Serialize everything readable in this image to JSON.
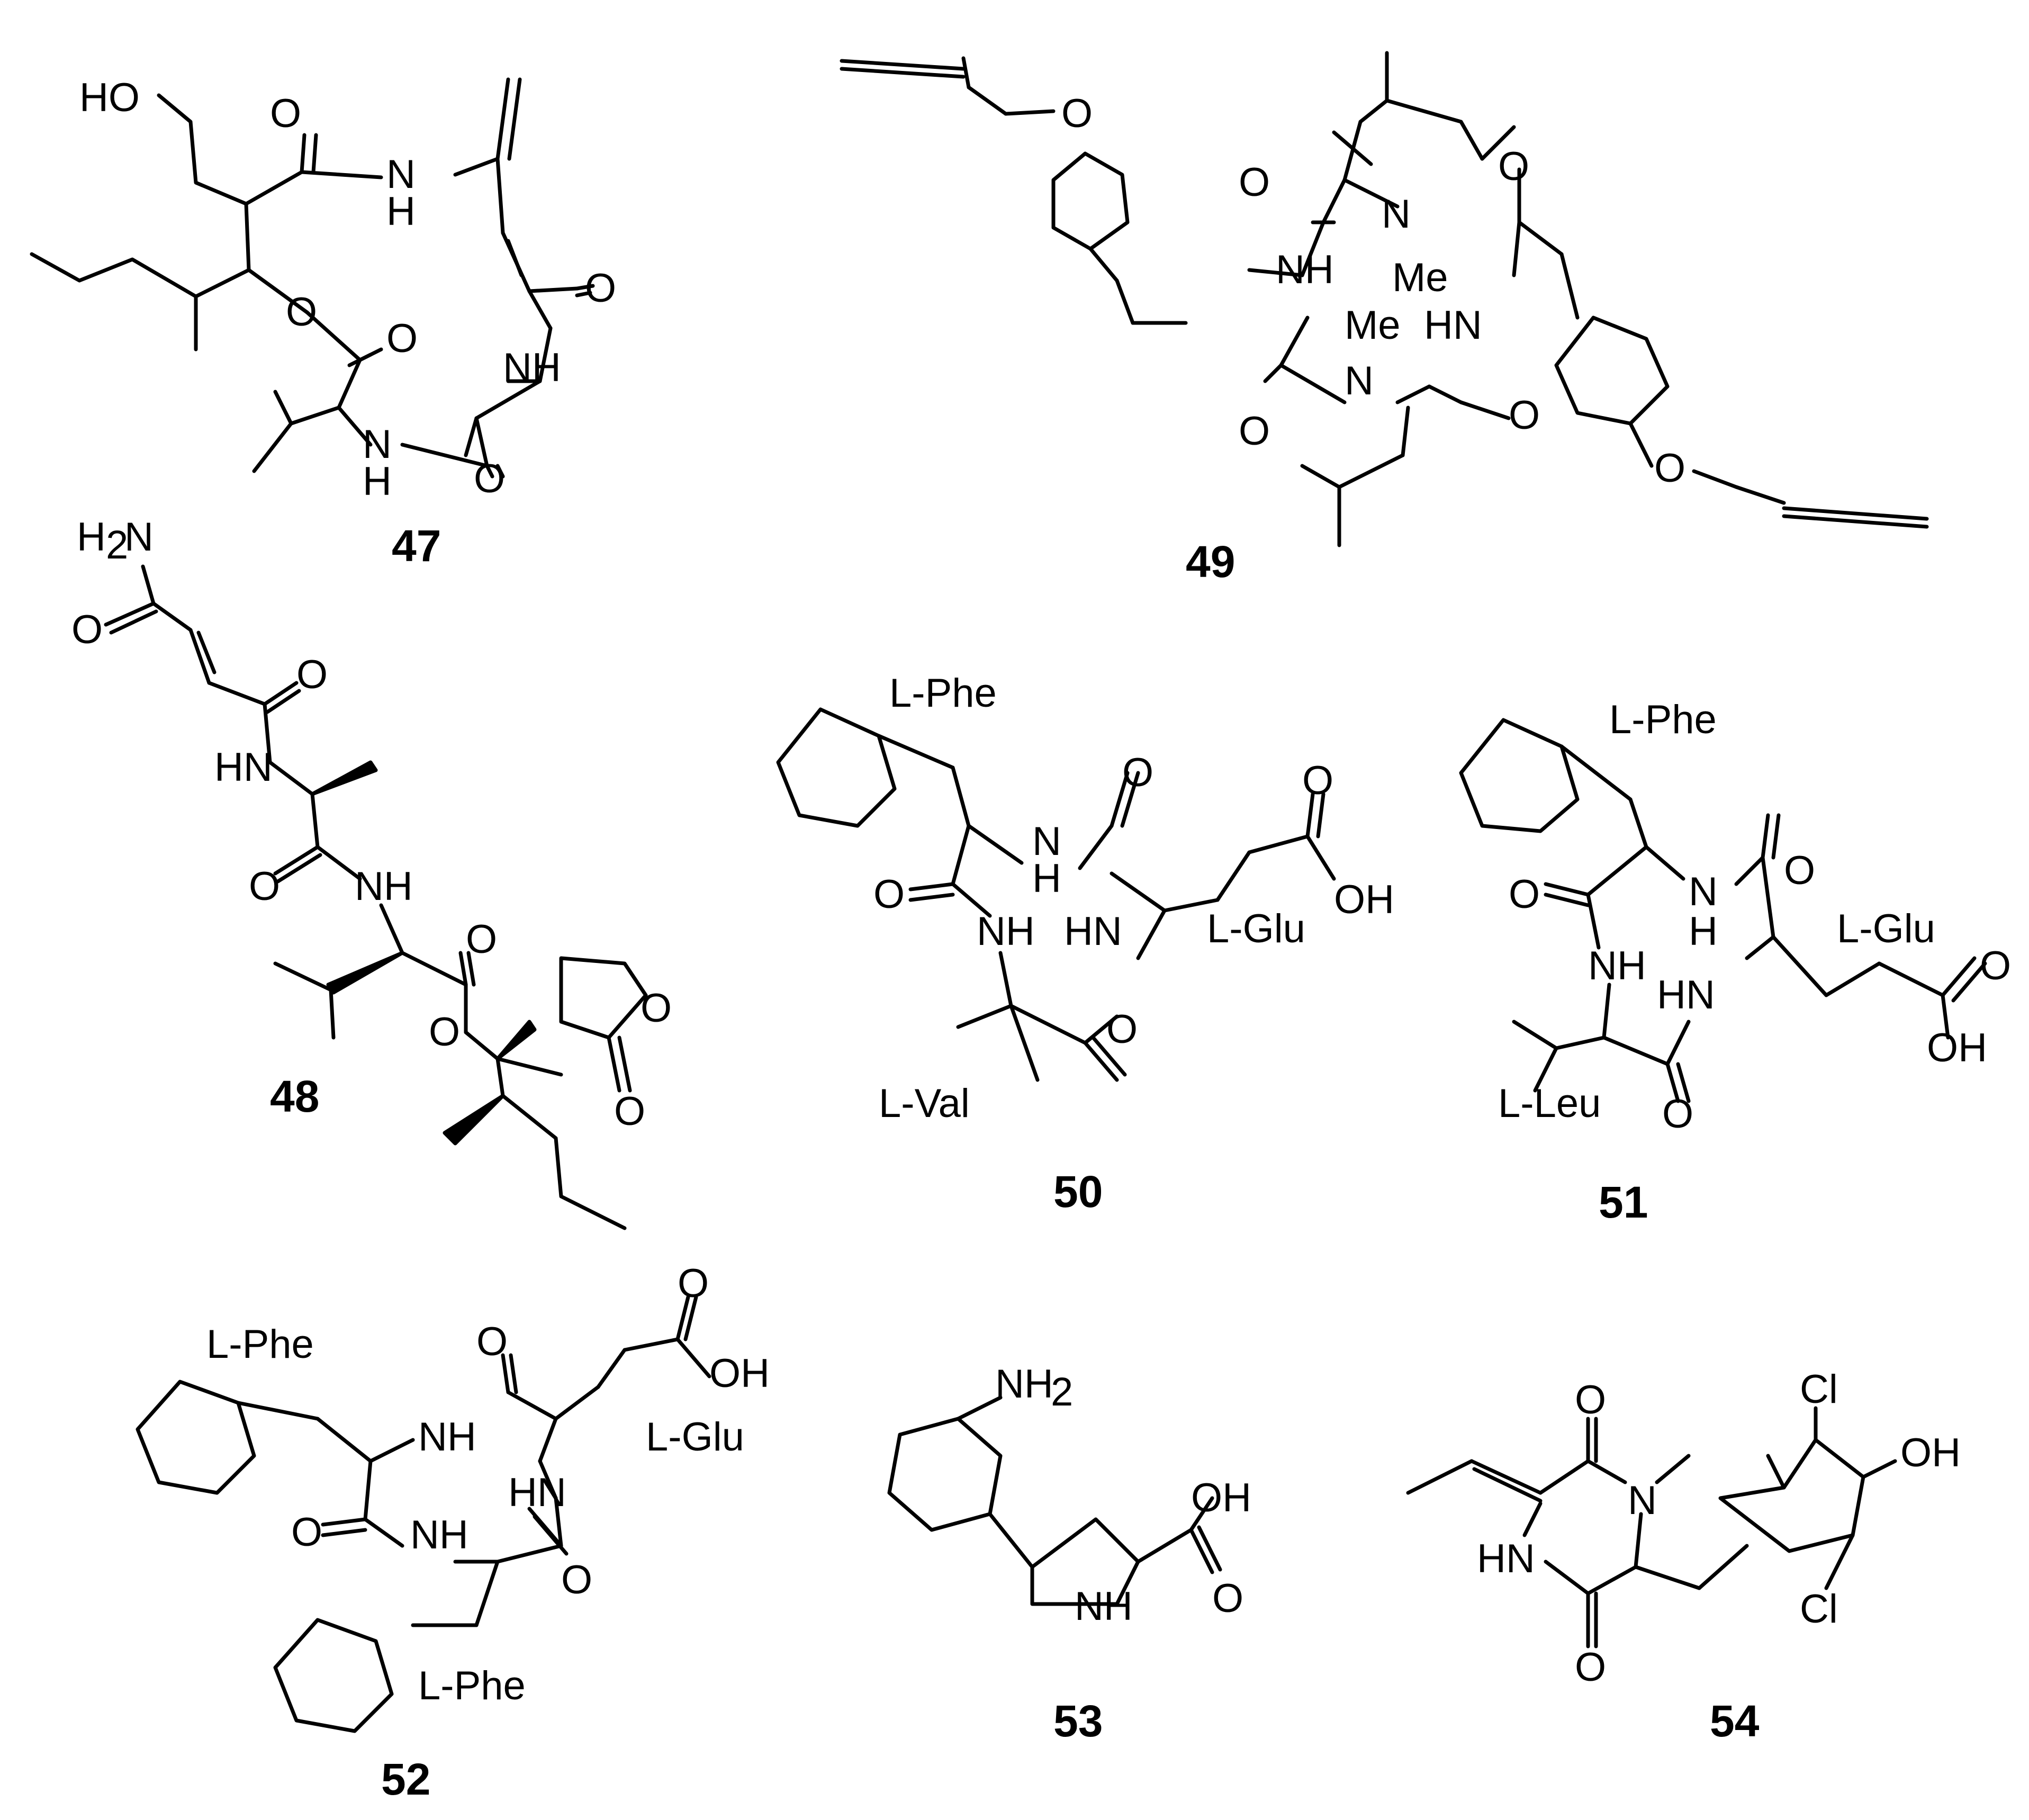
{
  "compounds": [
    {
      "id": "47",
      "number": "47",
      "atoms": [
        {
          "id": "HO",
          "text": "HO"
        },
        {
          "id": "O1",
          "text": "O"
        },
        {
          "id": "N1",
          "text": "N"
        },
        {
          "id": "H1",
          "text": "H"
        },
        {
          "id": "O2",
          "text": "O"
        },
        {
          "id": "O3",
          "text": "O"
        },
        {
          "id": "O4",
          "text": "O"
        },
        {
          "id": "NH2",
          "text": "NH"
        },
        {
          "id": "N3",
          "text": "N"
        },
        {
          "id": "H3",
          "text": "H"
        },
        {
          "id": "O5",
          "text": "O"
        }
      ],
      "labels": []
    },
    {
      "id": "48",
      "number": "48",
      "atoms": [
        {
          "id": "H2N",
          "text": "H"
        },
        {
          "id": "H2Nsub",
          "text": "2"
        },
        {
          "id": "H2NN",
          "text": "N"
        },
        {
          "id": "O1",
          "text": "O"
        },
        {
          "id": "O2",
          "text": "O"
        },
        {
          "id": "HN",
          "text": "HN"
        },
        {
          "id": "O3",
          "text": "O"
        },
        {
          "id": "NH",
          "text": "NH"
        },
        {
          "id": "O4",
          "text": "O"
        },
        {
          "id": "O5",
          "text": "O"
        },
        {
          "id": "O6",
          "text": "O"
        },
        {
          "id": "O7",
          "text": "O"
        }
      ],
      "labels": []
    },
    {
      "id": "49",
      "number": "49",
      "atoms": [
        {
          "id": "O1",
          "text": "O"
        },
        {
          "id": "O2",
          "text": "O"
        },
        {
          "id": "N1",
          "text": "N"
        },
        {
          "id": "O3",
          "text": "O"
        },
        {
          "id": "NH",
          "text": "NH"
        },
        {
          "id": "Me1",
          "text": "Me"
        },
        {
          "id": "Me2",
          "text": "Me"
        },
        {
          "id": "HN",
          "text": "HN"
        },
        {
          "id": "N2",
          "text": "N"
        },
        {
          "id": "O4",
          "text": "O"
        },
        {
          "id": "O5",
          "text": "O"
        },
        {
          "id": "O6",
          "text": "O"
        }
      ],
      "labels": []
    },
    {
      "id": "50",
      "number": "50",
      "atoms": [
        {
          "id": "NH1",
          "text": "N"
        },
        {
          "id": "H1",
          "text": "H"
        },
        {
          "id": "O1",
          "text": "O"
        },
        {
          "id": "O2",
          "text": "O"
        },
        {
          "id": "O3",
          "text": "O"
        },
        {
          "id": "OH",
          "text": "OH"
        },
        {
          "id": "NH2",
          "text": "NH"
        },
        {
          "id": "HN",
          "text": "HN"
        },
        {
          "id": "O4",
          "text": "O"
        }
      ],
      "labels": [
        {
          "id": "phe",
          "text": "L-Phe"
        },
        {
          "id": "glu",
          "text": "L-Glu"
        },
        {
          "id": "val",
          "text": "L-Val"
        }
      ]
    },
    {
      "id": "51",
      "number": "51",
      "atoms": [
        {
          "id": "O1",
          "text": "O"
        },
        {
          "id": "O2",
          "text": "O"
        },
        {
          "id": "N1",
          "text": "N"
        },
        {
          "id": "H1",
          "text": "H"
        },
        {
          "id": "NH",
          "text": "NH"
        },
        {
          "id": "HN",
          "text": "HN"
        },
        {
          "id": "O3",
          "text": "O"
        },
        {
          "id": "O4",
          "text": "O"
        },
        {
          "id": "OH",
          "text": "OH"
        }
      ],
      "labels": [
        {
          "id": "phe",
          "text": "L-Phe"
        },
        {
          "id": "glu",
          "text": "L-Glu"
        },
        {
          "id": "leu",
          "text": "L-Leu"
        }
      ]
    },
    {
      "id": "52",
      "number": "52",
      "atoms": [
        {
          "id": "O1",
          "text": "O"
        },
        {
          "id": "O2",
          "text": "O"
        },
        {
          "id": "OH",
          "text": "OH"
        },
        {
          "id": "NH1",
          "text": "NH"
        },
        {
          "id": "HN",
          "text": "HN"
        },
        {
          "id": "O3",
          "text": "O"
        },
        {
          "id": "NH2",
          "text": "NH"
        },
        {
          "id": "O4",
          "text": "O"
        }
      ],
      "labels": [
        {
          "id": "phe1",
          "text": "L-Phe"
        },
        {
          "id": "glu",
          "text": "L-Glu"
        },
        {
          "id": "phe2",
          "text": "L-Phe"
        }
      ]
    },
    {
      "id": "53",
      "number": "53",
      "atoms": [
        {
          "id": "NH2",
          "text": "NH"
        },
        {
          "id": "NH2sub",
          "text": "2"
        },
        {
          "id": "OH",
          "text": "OH"
        },
        {
          "id": "O1",
          "text": "O"
        },
        {
          "id": "NH",
          "text": "NH"
        }
      ],
      "labels": []
    },
    {
      "id": "54",
      "number": "54",
      "atoms": [
        {
          "id": "O1",
          "text": "O"
        },
        {
          "id": "N1",
          "text": "N"
        },
        {
          "id": "HN",
          "text": "HN"
        },
        {
          "id": "O2",
          "text": "O"
        },
        {
          "id": "Cl1",
          "text": "Cl"
        },
        {
          "id": "OH",
          "text": "OH"
        },
        {
          "id": "Cl2",
          "text": "Cl"
        }
      ],
      "labels": []
    }
  ]
}
